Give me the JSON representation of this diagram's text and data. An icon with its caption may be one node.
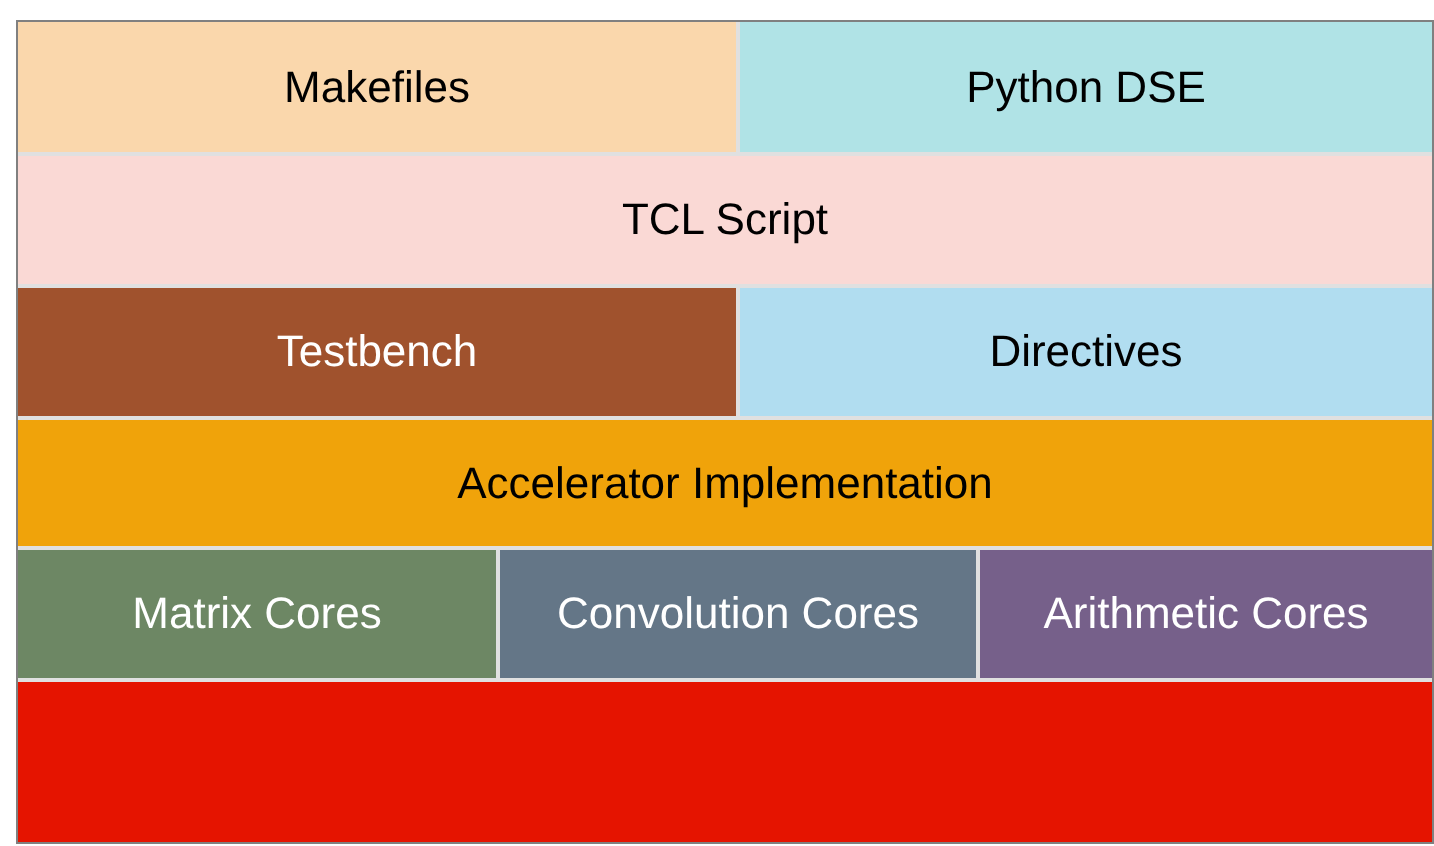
{
  "diagram": {
    "nodes": [
      {
        "text": [
          "Makefiles"
        ]
      },
      {
        "text": [
          "Python DSE"
        ]
      },
      {
        "text": [
          "TCL Script"
        ]
      },
      {
        "text": [
          "Testbench"
        ]
      },
      {
        "text": [
          "Directives"
        ]
      },
      {
        "text": [
          "Accelerator Implementation"
        ]
      },
      {
        "text": [
          "Matrix Cores"
        ]
      },
      {
        "text": [
          "Convolution Cores"
        ]
      },
      {
        "text": [
          "Arithmetic Cores"
        ]
      },
      {
        "text": [],
        "shape": "box"
      }
    ]
  }
}
